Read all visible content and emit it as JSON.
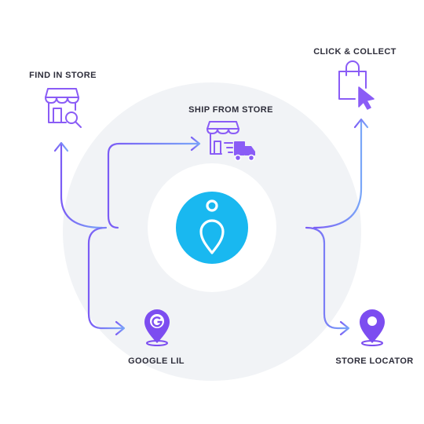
{
  "colors": {
    "outer_circle": "#f1f3f6",
    "inner_circle": "#ffffff",
    "hub": "#19b8f0",
    "hub_icon": "#ffffff",
    "line_gradient_start": "#7b5cf5",
    "line_gradient_end": "#7aa7f8",
    "icon_stroke": "#8a5cf6",
    "pin_fill": "#7c4df0",
    "label_text": "#2d2d3a"
  },
  "hub": {
    "icon": "location-pin-person-icon"
  },
  "nodes": {
    "find_in_store": {
      "label": "FIND IN STORE",
      "icon": "store-search-icon"
    },
    "ship_from_store": {
      "label": "SHIP FROM STORE",
      "icon": "store-delivery-truck-icon"
    },
    "click_collect": {
      "label": "CLICK & COLLECT",
      "icon": "shopping-bag-cursor-icon"
    },
    "google_lil": {
      "label": "GOOGLE LIL",
      "icon": "google-pin-icon"
    },
    "store_locator": {
      "label": "STORE LOCATOR",
      "icon": "map-pin-icon"
    }
  }
}
